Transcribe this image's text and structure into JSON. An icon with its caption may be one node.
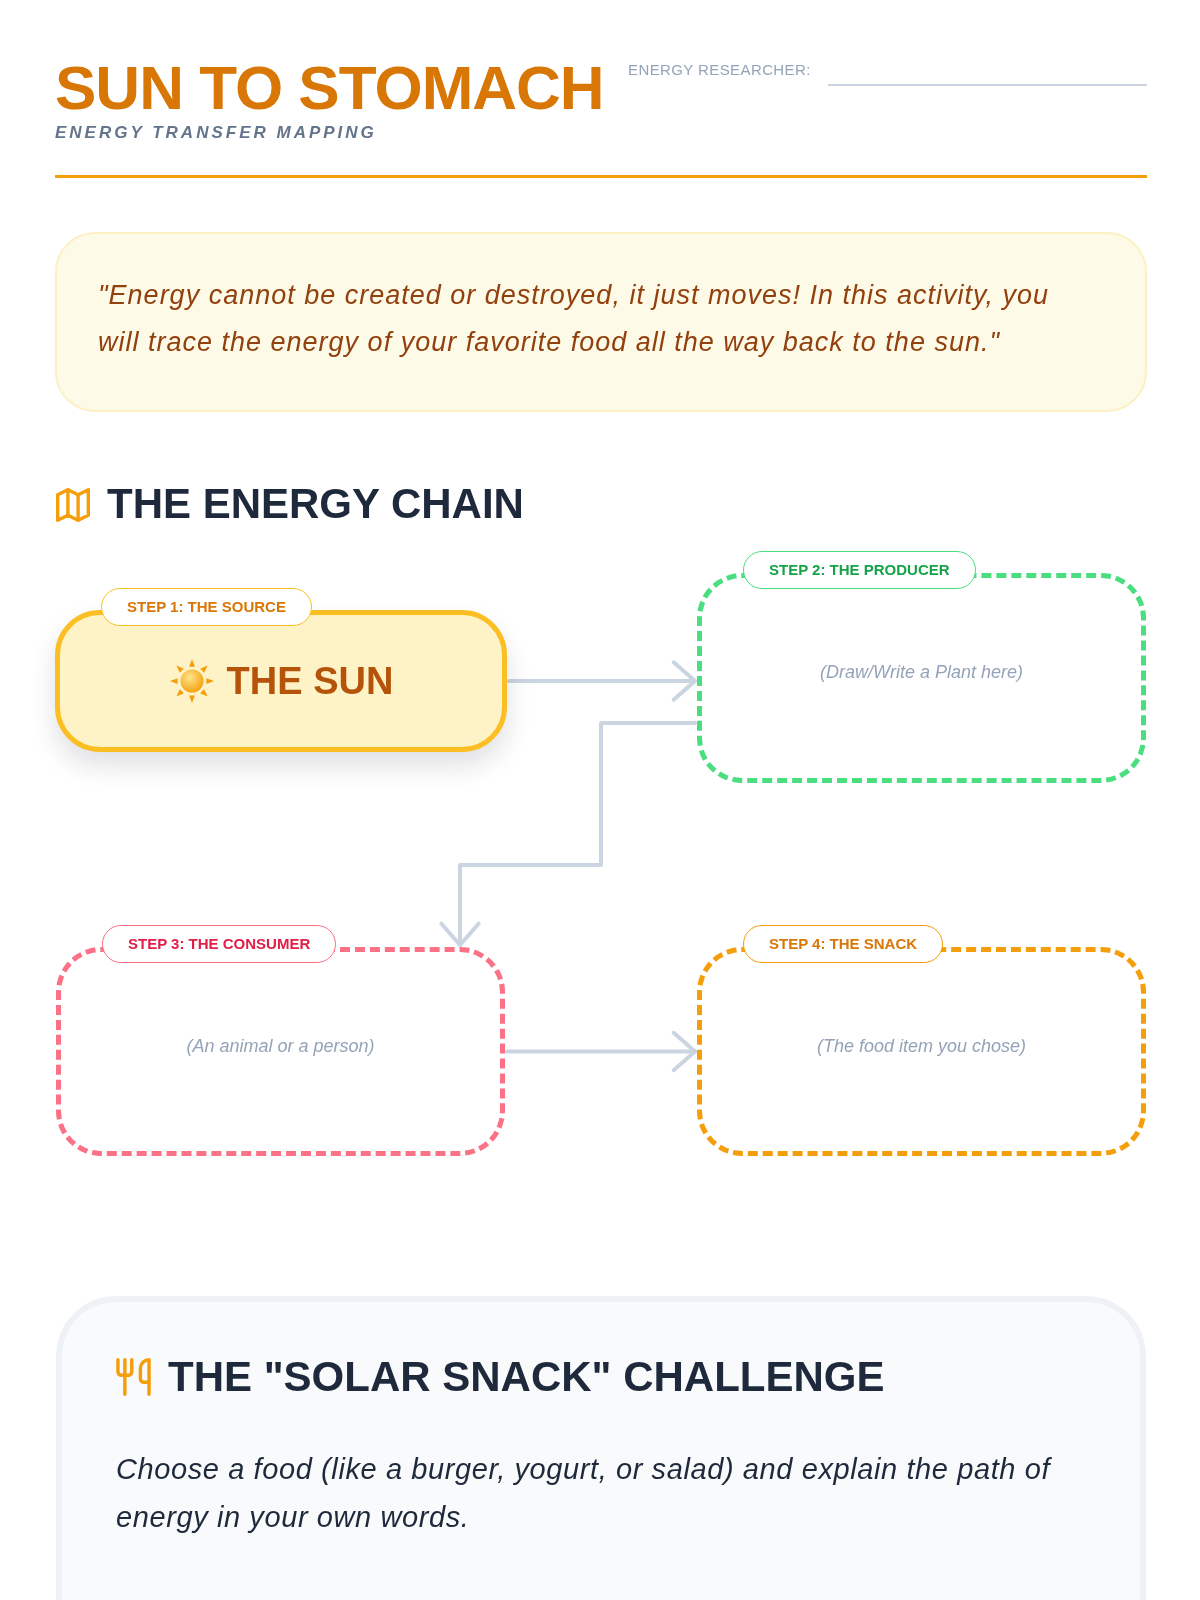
{
  "diagram": {
    "title": "SUN TO STOMACH",
    "nodes": [
      {
        "text": [
          "\"Energy cannot be created or destroyed, it just moves! In this activity, you will trace the energy of your favorite food all the way back to the sun.\""
        ]
      },
      {
        "text": [
          "STEP 1: THE SOURCE",
          "THE SUN"
        ]
      },
      {
        "text": [
          "STEP 2: THE PRODUCER",
          "(Draw/Write a Plant here)"
        ]
      },
      {
        "text": [
          "STEP 3: THE CONSUMER",
          "(An animal or a person)"
        ]
      },
      {
        "text": [
          "STEP 4: THE SNACK",
          "(The food item you chose)"
        ]
      },
      {
        "text": [
          "THE \"SOLAR SNACK\" CHALLENGE",
          "Choose a food (like a burger, yogurt, or salad) and explain the path of energy in your own words."
        ]
      }
    ],
    "edges": [
      {
        "from": 1,
        "to": 2,
        "arrow": "to"
      },
      {
        "from": 2,
        "to": 3,
        "arrow": "to"
      },
      {
        "from": 3,
        "to": 4,
        "arrow": "to"
      }
    ],
    "labels": [
      "ENERGY TRANSFER MAPPING",
      "ENERGY RESEARCHER:",
      "THE ENERGY CHAIN"
    ]
  }
}
